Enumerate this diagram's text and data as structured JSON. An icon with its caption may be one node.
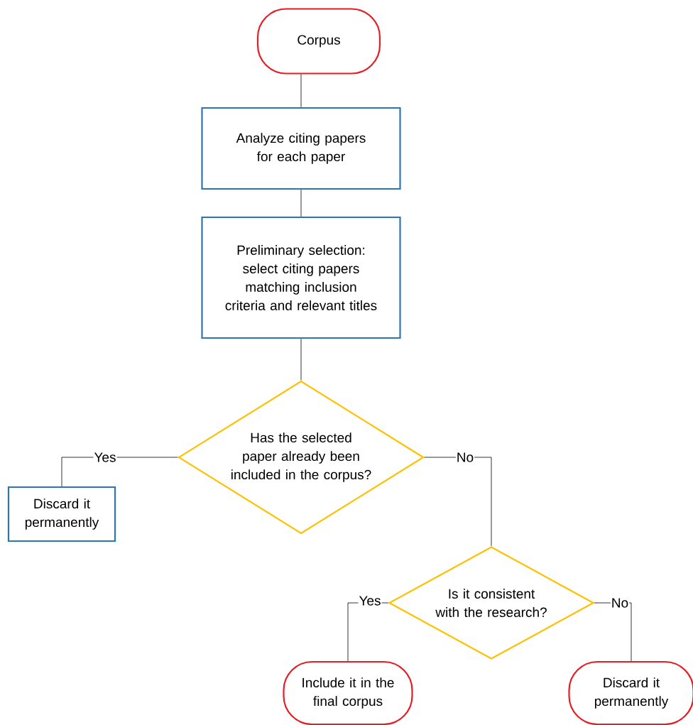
{
  "diagram": {
    "nodes": [
      {
        "text": [
          "Corpus"
        ]
      },
      {
        "text": [
          "Analyze citing papers for each paper"
        ]
      },
      {
        "text": [
          "Preliminary selection: select citing papers matching inclusion criteria and relevant titles"
        ]
      },
      {
        "text": [
          "Has the selected paper already been included in the corpus?"
        ]
      },
      {
        "text": [
          "Discard it permanently"
        ]
      },
      {
        "text": [
          "Is it consistent with the research?"
        ]
      },
      {
        "text": [
          "Include it in the final corpus"
        ]
      },
      {
        "text": [
          "Discard it permanently"
        ]
      }
    ],
    "edges": [
      {
        "from": 0,
        "to": 1,
        "arrow": "none"
      },
      {
        "from": 1,
        "to": 2,
        "arrow": "none"
      },
      {
        "from": 2,
        "to": 3,
        "arrow": "none"
      },
      {
        "from": 3,
        "to": 4,
        "arrow": "none",
        "label": "Yes"
      },
      {
        "from": 3,
        "to": 5,
        "arrow": "none",
        "label": "No"
      },
      {
        "from": 5,
        "to": 6,
        "arrow": "none",
        "label": "Yes"
      },
      {
        "from": 5,
        "to": 7,
        "arrow": "none",
        "label": "No"
      }
    ]
  }
}
